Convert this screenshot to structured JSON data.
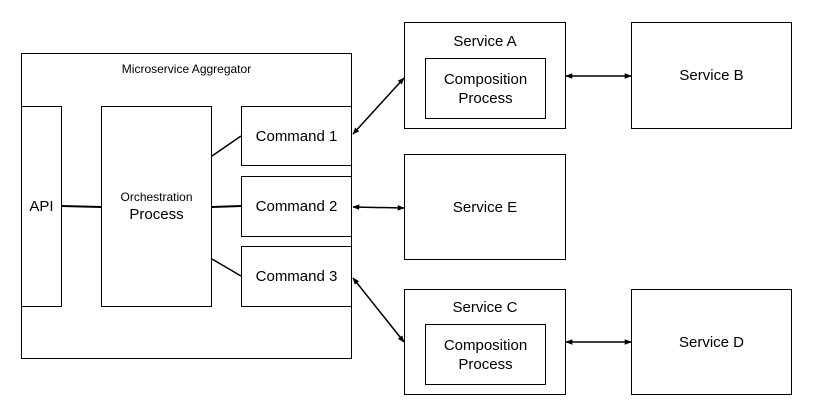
{
  "aggregator": {
    "title": "Microservice Aggregator"
  },
  "api": {
    "label": "API"
  },
  "orchestration": {
    "line1": "Orchestration",
    "line2": "Process"
  },
  "commands": [
    {
      "label": "Command 1"
    },
    {
      "label": "Command 2"
    },
    {
      "label": "Command 3"
    }
  ],
  "service_a": {
    "title": "Service A",
    "inner_line1": "Composition",
    "inner_line2": "Process"
  },
  "service_b": {
    "label": "Service B"
  },
  "service_c": {
    "title": "Service C",
    "inner_line1": "Composition",
    "inner_line2": "Process"
  },
  "service_d": {
    "label": "Service D"
  },
  "service_e": {
    "label": "Service E"
  }
}
